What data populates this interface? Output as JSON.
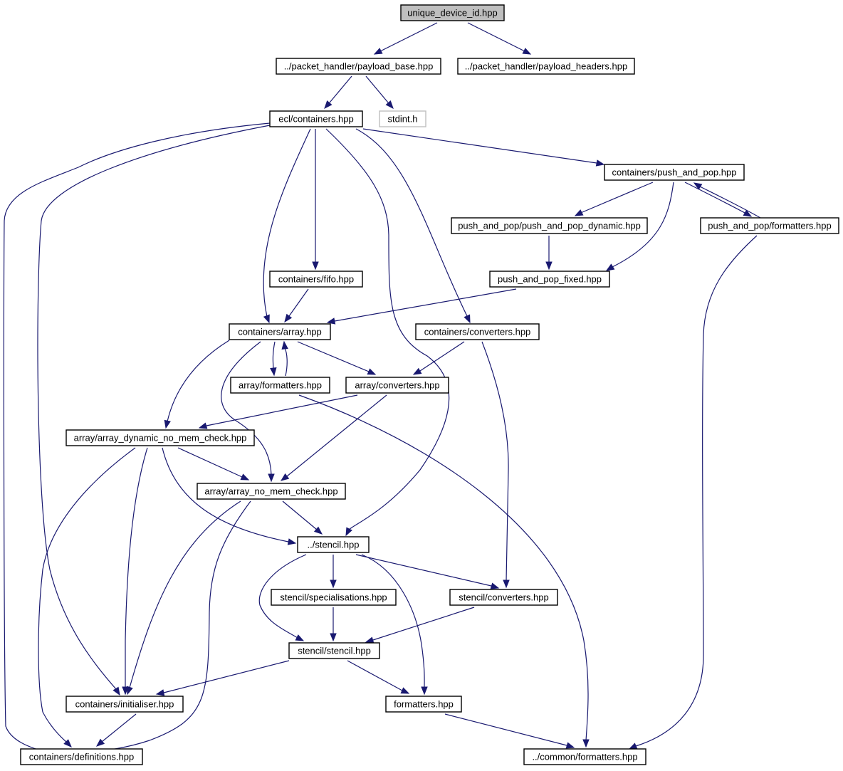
{
  "diagram": {
    "type": "include-dependency-graph",
    "colors": {
      "edge": "#191970",
      "node_border": "#000000",
      "root_fill": "#bfbfbf",
      "external_border": "#bfbfbf",
      "background": "#ffffff"
    },
    "nodes": [
      {
        "id": "unique_device_id",
        "label": "unique_device_id.hpp",
        "style": "root"
      },
      {
        "id": "payload_base",
        "label": "../packet_handler/payload_base.hpp",
        "style": "normal"
      },
      {
        "id": "payload_headers",
        "label": "../packet_handler/payload_headers.hpp",
        "style": "normal"
      },
      {
        "id": "ecl_containers",
        "label": "ecl/containers.hpp",
        "style": "normal"
      },
      {
        "id": "stdint",
        "label": "stdint.h",
        "style": "external"
      },
      {
        "id": "push_and_pop",
        "label": "containers/push_and_pop.hpp",
        "style": "normal"
      },
      {
        "id": "pap_dynamic",
        "label": "push_and_pop/push_and_pop_dynamic.hpp",
        "style": "normal"
      },
      {
        "id": "pap_formatters",
        "label": "push_and_pop/formatters.hpp",
        "style": "normal"
      },
      {
        "id": "fifo",
        "label": "containers/fifo.hpp",
        "style": "normal"
      },
      {
        "id": "pap_fixed",
        "label": "push_and_pop_fixed.hpp",
        "style": "normal"
      },
      {
        "id": "array",
        "label": "containers/array.hpp",
        "style": "normal"
      },
      {
        "id": "containers_converters",
        "label": "containers/converters.hpp",
        "style": "normal"
      },
      {
        "id": "array_formatters",
        "label": "array/formatters.hpp",
        "style": "normal"
      },
      {
        "id": "array_converters",
        "label": "array/converters.hpp",
        "style": "normal"
      },
      {
        "id": "array_dynamic",
        "label": "array/array_dynamic_no_mem_check.hpp",
        "style": "normal"
      },
      {
        "id": "array_no_mem",
        "label": "array/array_no_mem_check.hpp",
        "style": "normal"
      },
      {
        "id": "stencil",
        "label": "../stencil.hpp",
        "style": "normal"
      },
      {
        "id": "stencil_spec",
        "label": "stencil/specialisations.hpp",
        "style": "normal"
      },
      {
        "id": "stencil_converters",
        "label": "stencil/converters.hpp",
        "style": "normal"
      },
      {
        "id": "stencil_stencil",
        "label": "stencil/stencil.hpp",
        "style": "normal"
      },
      {
        "id": "initialiser",
        "label": "containers/initialiser.hpp",
        "style": "normal"
      },
      {
        "id": "formatters",
        "label": "formatters.hpp",
        "style": "normal"
      },
      {
        "id": "definitions",
        "label": "containers/definitions.hpp",
        "style": "normal"
      },
      {
        "id": "common_formatters",
        "label": "../common/formatters.hpp",
        "style": "normal"
      }
    ],
    "edges": [
      {
        "from": "unique_device_id",
        "to": "payload_base"
      },
      {
        "from": "unique_device_id",
        "to": "payload_headers"
      },
      {
        "from": "payload_base",
        "to": "ecl_containers"
      },
      {
        "from": "payload_base",
        "to": "stdint"
      },
      {
        "from": "ecl_containers",
        "to": "push_and_pop"
      },
      {
        "from": "ecl_containers",
        "to": "fifo"
      },
      {
        "from": "ecl_containers",
        "to": "array"
      },
      {
        "from": "ecl_containers",
        "to": "containers_converters"
      },
      {
        "from": "ecl_containers",
        "to": "stencil"
      },
      {
        "from": "ecl_containers",
        "to": "initialiser"
      },
      {
        "from": "ecl_containers",
        "to": "definitions"
      },
      {
        "from": "push_and_pop",
        "to": "pap_dynamic"
      },
      {
        "from": "push_and_pop",
        "to": "pap_fixed"
      },
      {
        "from": "push_and_pop",
        "to": "pap_formatters"
      },
      {
        "from": "pap_formatters",
        "to": "push_and_pop"
      },
      {
        "from": "pap_formatters",
        "to": "common_formatters"
      },
      {
        "from": "pap_dynamic",
        "to": "pap_fixed"
      },
      {
        "from": "pap_fixed",
        "to": "array"
      },
      {
        "from": "fifo",
        "to": "array"
      },
      {
        "from": "array",
        "to": "array_formatters"
      },
      {
        "from": "array_formatters",
        "to": "array"
      },
      {
        "from": "array",
        "to": "array_converters"
      },
      {
        "from": "array",
        "to": "array_dynamic"
      },
      {
        "from": "array",
        "to": "array_no_mem"
      },
      {
        "from": "array_formatters",
        "to": "common_formatters"
      },
      {
        "from": "containers_converters",
        "to": "array_converters"
      },
      {
        "from": "containers_converters",
        "to": "stencil_converters"
      },
      {
        "from": "array_converters",
        "to": "array_dynamic"
      },
      {
        "from": "array_converters",
        "to": "array_no_mem"
      },
      {
        "from": "array_dynamic",
        "to": "array_no_mem"
      },
      {
        "from": "array_dynamic",
        "to": "stencil"
      },
      {
        "from": "array_dynamic",
        "to": "initialiser"
      },
      {
        "from": "array_dynamic",
        "to": "definitions"
      },
      {
        "from": "array_no_mem",
        "to": "stencil"
      },
      {
        "from": "array_no_mem",
        "to": "initialiser"
      },
      {
        "from": "array_no_mem",
        "to": "definitions"
      },
      {
        "from": "stencil",
        "to": "stencil_spec"
      },
      {
        "from": "stencil",
        "to": "stencil_converters"
      },
      {
        "from": "stencil",
        "to": "stencil_stencil"
      },
      {
        "from": "stencil",
        "to": "formatters"
      },
      {
        "from": "stencil_spec",
        "to": "stencil_stencil"
      },
      {
        "from": "stencil_converters",
        "to": "stencil_stencil"
      },
      {
        "from": "stencil_stencil",
        "to": "initialiser"
      },
      {
        "from": "stencil_stencil",
        "to": "formatters"
      },
      {
        "from": "initialiser",
        "to": "definitions"
      },
      {
        "from": "formatters",
        "to": "common_formatters"
      }
    ]
  }
}
